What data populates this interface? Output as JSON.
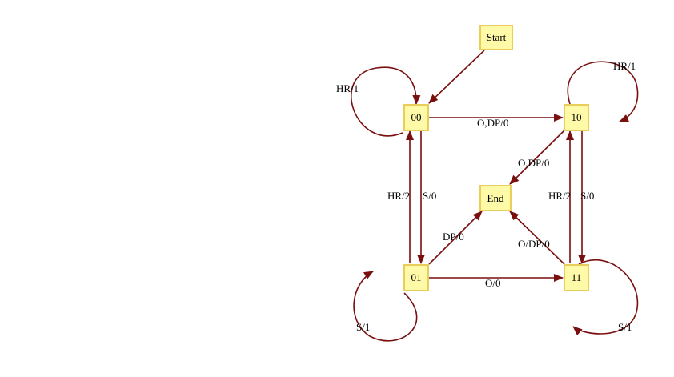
{
  "diagram": {
    "edge_color": "#7a0f0f",
    "node_fill": "#fffaa8",
    "node_border": "#e9cf5a",
    "nodes": {
      "start": "Start",
      "s00": "00",
      "s10": "10",
      "end": "End",
      "s01": "01",
      "s11": "11"
    },
    "edges": {
      "loop00": "HR/1",
      "loop10": "HR/1",
      "loop01": "S/1",
      "loop11": "S/1",
      "e00_10": "O,DP/0",
      "e10_end": "O,DP/0",
      "e01_00": "HR/2",
      "e00_01": "S/0",
      "e11_10": "HR/2",
      "e10_11": "S/0",
      "e01_end": "DP/0",
      "e11_end": "O/DP/0",
      "e01_11": "O/0"
    }
  }
}
